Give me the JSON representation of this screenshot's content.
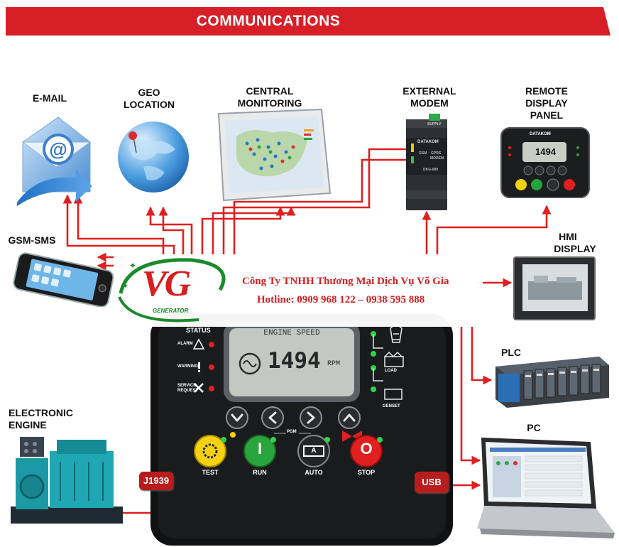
{
  "banner": {
    "title": "COMMUNICATIONS",
    "color": "#d61f26"
  },
  "devices": {
    "email": "E-MAIL",
    "geo_1": "GEO",
    "geo_2": "LOCATION",
    "central_1": "CENTRAL",
    "central_2": "MONITORING",
    "modem_1": "EXTERNAL",
    "modem_2": "MODEM",
    "remote_1": "REMOTE",
    "remote_2": "DISPLAY",
    "remote_3": "PANEL",
    "gsm": "GSM-SMS",
    "hmi_1": "HMI",
    "hmi_2": "DISPLAY",
    "plc": "PLC",
    "pc": "PC",
    "engine_1": "ELECTRONIC",
    "engine_2": "ENGINE"
  },
  "modem_face": {
    "brand": "DATAKOM",
    "supply": "SUPPLY",
    "l1": "GSM",
    "l2": "GPRS",
    "l3": "MODEM",
    "model": "DKG-090"
  },
  "remote_face": {
    "brand": "DATAKOM",
    "rpm": "1494"
  },
  "company": {
    "name": "Công Ty TNHH Thương Mại Dịch Vụ Võ Gia",
    "hotline": "Hotline: 0909 968 122 – 0938 595 888",
    "logo_letters": "VG",
    "logo_sub": "GENERATOR",
    "red": "#d42020",
    "green": "#1a8a2a"
  },
  "controller": {
    "status": "STATUS",
    "alarm": "ALARM",
    "warning": "WARNING",
    "service_1": "SERVICE",
    "service_2": "REQUEST",
    "lcd_title": "ENGINE SPEED",
    "rpm": "1494",
    "rpm_unit": "RPM",
    "pgm": "PGM",
    "load": "LOAD",
    "genset": "GENSET",
    "test": "TEST",
    "run": "RUN",
    "auto": "AUTO",
    "stop": "STOP",
    "run_symbol": "I",
    "stop_symbol": "O",
    "auto_symbol": "A"
  },
  "ports": {
    "j1939": "J1939",
    "usb": "USB"
  },
  "line_color": "#e01f1f"
}
